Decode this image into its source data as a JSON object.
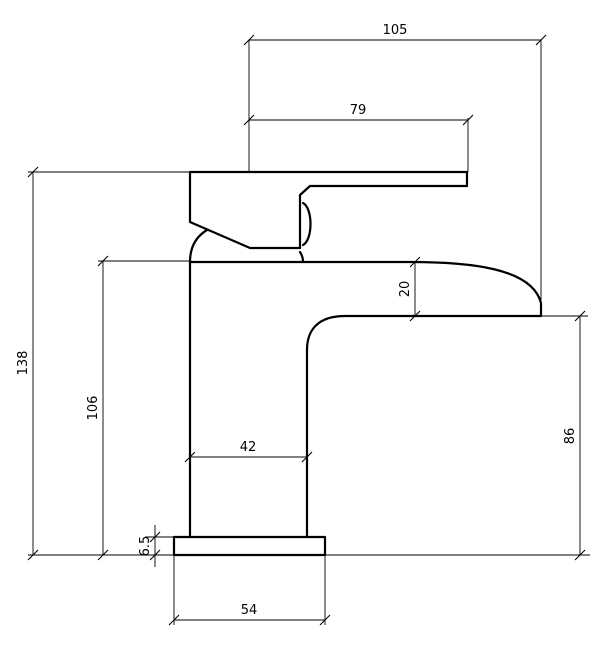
{
  "dimensions": {
    "overall_depth": "105",
    "lever_length": "79",
    "overall_height": "138",
    "spout_outlet_height": "20",
    "body_height": "106",
    "body_width": "42",
    "outlet_to_base": "86",
    "base_thickness": "6.5",
    "base_width": "54"
  }
}
